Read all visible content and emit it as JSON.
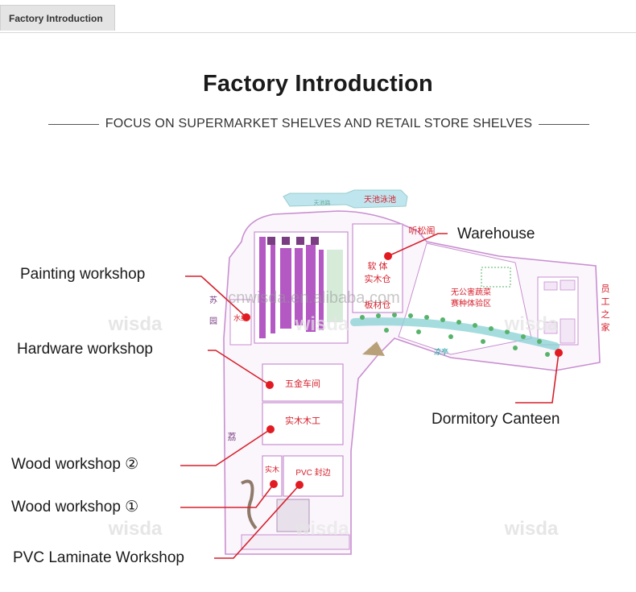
{
  "tab": {
    "label": "Factory Introduction"
  },
  "header": {
    "title": "Factory Introduction",
    "subtitle": "FOCUS ON SUPERMARKET SHELVES AND RETAIL STORE SHELVES"
  },
  "watermarks": {
    "site": "cnwisda.en.alibaba.com",
    "brand": "wisda"
  },
  "callouts": {
    "painting": "Painting workshop",
    "hardware": "Hardware workshop",
    "wood2": "Wood workshop ②",
    "wood1": "Wood workshop ①",
    "pvc": "PVC Laminate Workshop",
    "warehouse": "Warehouse",
    "dormitory": "Dormitory Canteen"
  },
  "map_text": {
    "pool": "天池泳池",
    "tingsong": "听松阁",
    "solid_wood_warehouse_1": "软 体",
    "solid_wood_warehouse_2": "实木仓",
    "board_warehouse": "板材仓",
    "garden_1": "无公害蔬菜",
    "garden_2": "赛种体验区",
    "staff_home_1": "员",
    "staff_home_2": "工",
    "staff_home_3": "之",
    "staff_home_4": "家",
    "hardware_shop": "五金车间",
    "solid_wood_shop": "实木木工",
    "solid_wood_small": "实木",
    "pvc_edge": "PVC 封边",
    "paint_line": "水线",
    "garden_side": "园",
    "litchi": "荔",
    "pavilion": "凉亭",
    "garden_top": "苏"
  },
  "colors": {
    "plan_outline": "#c98fd0",
    "workshop_fill": "#f3e6f7",
    "label_red": "#d6202c",
    "marker_red": "#e21b23",
    "tree_green": "#57b36a",
    "path_teal": "#8fd3d6",
    "pool_blue": "#bfe6ef"
  }
}
